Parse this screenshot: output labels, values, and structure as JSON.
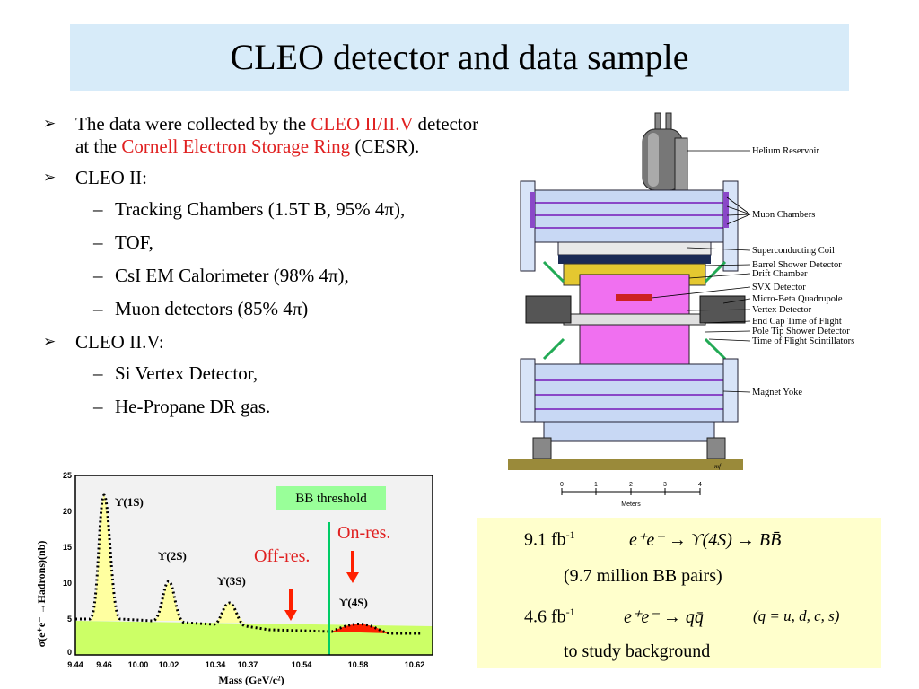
{
  "slide": {
    "title": "CLEO detector and data sample"
  },
  "bullets": {
    "b1_pre": "The data were collected by the ",
    "b1_red1": "CLEO II/II.V",
    "b1_mid": " detector at the ",
    "b1_red2": "Cornell Electron Storage Ring",
    "b1_post": " (CESR).",
    "b2": "CLEO II:",
    "b2_items": [
      "Tracking Chambers (1.5T B, 95%  4π),",
      "TOF,",
      "CsI EM Calorimeter (98% 4π),",
      "Muon detectors (85% 4π)"
    ],
    "b3": "CLEO II.V:",
    "b3_items": [
      "Si Vertex Detector,",
      "He-Propane DR gas."
    ]
  },
  "detector": {
    "labels": [
      "Helium Reservoir",
      "Muon Chambers",
      "Superconducting Coil",
      "Barrel Shower Detector",
      "Drift Chamber",
      "SVX Detector",
      "Micro-Beta Quadrupole",
      "Vertex Detector",
      "End Cap Time of Flight",
      "Pole Tip Shower Detector",
      "Time of Flight Scintillators",
      "Magnet Yoke"
    ],
    "scale_ticks": [
      "0",
      "1",
      "2",
      "3",
      "4"
    ],
    "scale_unit": "Meters",
    "signature": "mf"
  },
  "plot": {
    "ylabel": "σ(e⁺e⁻ →Hadrons)(nb)",
    "xlabel": "Mass (GeV/c²)",
    "y_ticks": [
      "25",
      "20",
      "15",
      "10",
      "5",
      "0"
    ],
    "x_ticks": [
      "9.44",
      "9.46",
      "10.00",
      "10.02",
      "10.34",
      "10.37",
      "10.54",
      "10.58",
      "10.62"
    ],
    "peaks": [
      "ϒ(1S)",
      "ϒ(2S)",
      "ϒ(3S)",
      "ϒ(4S)"
    ],
    "threshold_label": "BB threshold",
    "on_res": "On-res.",
    "off_res": "Off-res.",
    "colors": {
      "background": "#f2f2f2",
      "continuum": "#ccff66",
      "peak": "#ffffa0",
      "signal": "#ff2000",
      "arrow": "#ff2000",
      "threshold_line": "#00cc66",
      "threshold_box": "#99ff99"
    }
  },
  "lumi": {
    "l1_value": "9.1 fb",
    "l1_exp": "-1",
    "l1_formula": "e⁺e⁻ → ϒ(4S) → BB̄",
    "l2": "(9.7 million BB pairs)",
    "l3_value": "4.6 fb",
    "l3_exp": "-1",
    "l3_formula": "e⁺e⁻ → qq̄",
    "l3_note": "(q = u, d, c, s)",
    "l4": "to study background"
  }
}
